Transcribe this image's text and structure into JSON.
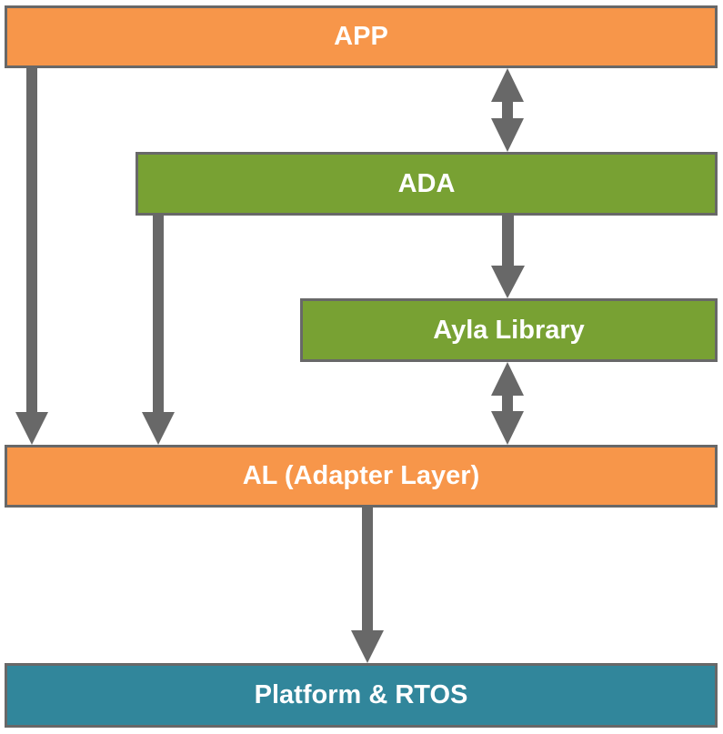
{
  "diagram": {
    "title": "Ayla architecture layer diagram",
    "colors": {
      "orange": "#F7964A",
      "green": "#78A133",
      "teal": "#31869B",
      "border": "#686868",
      "arrow": "#686868",
      "text": "#FFFFFF"
    },
    "nodes": [
      {
        "id": "app",
        "label": "APP",
        "color": "orange"
      },
      {
        "id": "ada",
        "label": "ADA",
        "color": "green"
      },
      {
        "id": "ayla",
        "label": "Ayla Library",
        "color": "green"
      },
      {
        "id": "al",
        "label": "AL (Adapter Layer)",
        "color": "orange"
      },
      {
        "id": "platform",
        "label": "Platform & RTOS",
        "color": "teal"
      }
    ],
    "edges": [
      {
        "from": "app",
        "to": "al",
        "direction": "forward"
      },
      {
        "from": "app",
        "to": "ada",
        "direction": "both"
      },
      {
        "from": "ada",
        "to": "al",
        "direction": "forward"
      },
      {
        "from": "ada",
        "to": "ayla",
        "direction": "forward"
      },
      {
        "from": "ayla",
        "to": "al",
        "direction": "both"
      },
      {
        "from": "al",
        "to": "platform",
        "direction": "forward"
      }
    ]
  }
}
